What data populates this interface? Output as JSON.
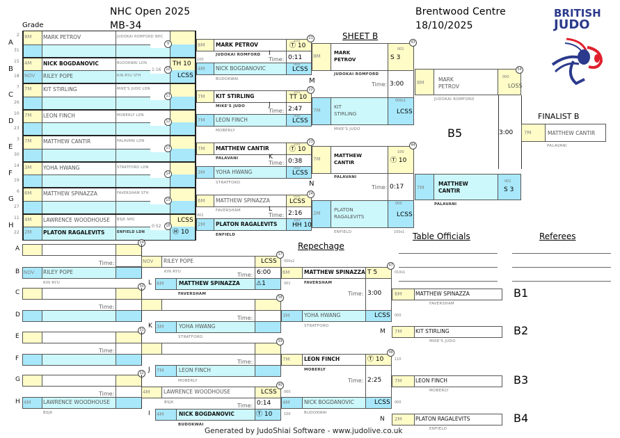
{
  "header": {
    "event": "NHC Open 2025",
    "category": "MB-34",
    "venue": "Brentwood Centre",
    "date": "18/10/2025",
    "sheet": "SHEET B",
    "grade_label": "Grade",
    "logo_line1": "BRITISH",
    "logo_line2": "JUDO",
    "colors": {
      "white_grade": "#fffcc8",
      "blue_grade": "#a8e8fa",
      "blue_name": "#ccf8fc",
      "logo_blue": "#2b3a8c",
      "logo_red": "#e0202e"
    }
  },
  "pool": [
    {
      "letter": "A",
      "n1": "2",
      "n2": "31",
      "grade": "8M",
      "name": "MARK PETROV",
      "club": "JUDOKAI ROMFORD NHC",
      "bold": false,
      "bgrade": "",
      "bname": "",
      "bclub": "",
      "match": "9",
      "score_w": "",
      "score_b": "",
      "time": ""
    },
    {
      "letter": "B",
      "n1": "15",
      "n2": "18",
      "grade": "4M",
      "name": "NICK BOGDANOVIC",
      "club": "BUDOKWAI LDN",
      "bold": true,
      "bgrade": "NOV",
      "bname": "RILEY POPE",
      "bclub": "KIN RYU STH",
      "match": "10",
      "score_w": "TH 10",
      "score_b": "LCSS",
      "time": "1:16"
    },
    {
      "letter": "C",
      "n1": "7",
      "n2": "26",
      "grade": "7M",
      "name": "KIT STIRLING",
      "club": "MIKE'S JUDO LDN",
      "bold": false,
      "bgrade": "",
      "bname": "",
      "bclub": "",
      "match": "11",
      "score_w": "",
      "score_b": "",
      "time": ""
    },
    {
      "letter": "D",
      "n1": "10",
      "n2": "23",
      "grade": "7M",
      "name": "LEON FINCH",
      "club": "MOBERLY LDN",
      "bold": false,
      "bgrade": "",
      "bname": "",
      "bclub": "",
      "match": "12",
      "score_w": "",
      "score_b": "",
      "time": ""
    },
    {
      "letter": "E",
      "n1": "3",
      "n2": "30",
      "grade": "7M",
      "name": "MATTHEW CANTIR",
      "club": "PALAVANI LDN",
      "bold": false,
      "bgrade": "",
      "bname": "",
      "bclub": "",
      "match": "13",
      "score_w": "",
      "score_b": "",
      "time": ""
    },
    {
      "letter": "F",
      "n1": "14",
      "n2": "19",
      "grade": "3M",
      "name": "YOHA HWANG",
      "club": "STRATFORD LDN",
      "bold": false,
      "bgrade": "",
      "bname": "",
      "bclub": "",
      "match": "14",
      "score_w": "",
      "score_b": "",
      "time": ""
    },
    {
      "letter": "G",
      "n1": "6",
      "n2": "27",
      "grade": "6M",
      "name": "MATTHEW SPINAZZA",
      "club": "FAVERSHAM STH",
      "bold": false,
      "bgrade": "",
      "bname": "",
      "bclub": "",
      "match": "15",
      "score_w": "",
      "score_b": "",
      "time": ""
    },
    {
      "letter": "H",
      "n1": "11",
      "n2": "22",
      "grade": "4M",
      "name": "LAWRENCE WOODHOUSE",
      "club": "BSJK NHC",
      "bold": false,
      "bgrade": "2M",
      "bname": "PLATON RAGALEVITS",
      "bclub": "ENFIELD LDN",
      "match": "16",
      "score_w": "LCSS",
      "score_b": "Ⓗ 10",
      "time": "0:52"
    }
  ],
  "round2": [
    {
      "match": "21",
      "letter": "I",
      "w_grade": "8M",
      "w_name": "MARK PETROV",
      "w_club": "JUDOKAI ROMFORD",
      "w_score": "Ⓣ 10",
      "w_code": "100",
      "b_grade": "4M",
      "b_name": "NICK BOGDANOVIC",
      "b_club": "BUDOKWAI",
      "b_score": "LCSS",
      "b_code": "000",
      "time": "0:11",
      "w_bold": true,
      "b_bold": false,
      "lcode": "100",
      "lcode2": "000"
    },
    {
      "match": "22",
      "letter": "J",
      "w_grade": "7M",
      "w_name": "KIT STIRLING",
      "w_club": "MIKE'S JUDO",
      "w_score": "TT 10",
      "w_code": "101",
      "b_grade": "7M",
      "b_name": "LEON FINCH",
      "b_club": "MOBERLY",
      "b_score": "LCSS",
      "b_code": "000",
      "time": "2:47",
      "w_bold": true,
      "b_bold": false,
      "lcode": "",
      "lcode2": ""
    },
    {
      "match": "23",
      "letter": "K",
      "w_grade": "7M",
      "w_name": "MATTHEW CANTIR",
      "w_club": "PALAVANI",
      "w_score": "Ⓣ 10",
      "w_code": "100",
      "b_grade": "3M",
      "b_name": "YOHA HWANG",
      "b_club": "STRATFORD",
      "b_score": "LCSS",
      "b_code": "000",
      "time": "0:38",
      "w_bold": true,
      "b_bold": false,
      "lcode": "",
      "lcode2": ""
    },
    {
      "match": "24",
      "letter": "L",
      "w_grade": "6M",
      "w_name": "MATTHEW SPINAZZA",
      "w_club": "FAVERSHAM",
      "w_score": "LCSS",
      "w_code": "010",
      "b_grade": "2M",
      "b_name": "PLATON RAGALEVITS",
      "b_club": "ENFIELD",
      "b_score": "HH 10",
      "b_code": "100",
      "time": "2:16",
      "w_bold": false,
      "b_bold": true,
      "lcode": "001",
      "lcode2": "100"
    }
  ],
  "semis": [
    {
      "match": "43",
      "letter": "M",
      "w_grade": "8M",
      "w_name1": "MARK",
      "w_name2": "PETROV",
      "w_club": "JUDOKAI ROMFORD",
      "w_score": "S 3",
      "w_code": "001",
      "b_grade": "7M",
      "b_name1": "KIT",
      "b_name2": "STIRLING",
      "b_club": "MIKE'S JUDO",
      "b_score": "LCSS",
      "b_code": "000s1",
      "time": "3:00"
    },
    {
      "match": "44",
      "letter": "N",
      "w_grade": "7M",
      "w_name1": "MATTHEW",
      "w_name2": "CANTIR",
      "w_club": "PALAVANI",
      "w_score": "Ⓣ 10",
      "w_code": "100",
      "b_grade": "2M",
      "b_name1": "PLATON",
      "b_name2": "RAGALEVITS",
      "b_club": "ENFIELD",
      "b_score": "LCSS",
      "b_code": "000",
      "b_code2": "100s1",
      "time": "0:17"
    }
  ],
  "final": {
    "match": "54",
    "label": "B5",
    "w_grade": "8M",
    "w_name1": "MARK",
    "w_name2": "PETROV",
    "w_club": "JUDOKAI ROMFORD",
    "w_score": "LOSS",
    "w_code": "000",
    "b_grade": "7M",
    "b_name1": "MATTHEW",
    "b_name2": "CANTIR",
    "b_club": "PALAVANI",
    "b_score": "S 3",
    "b_code": "002",
    "time": "3:00"
  },
  "finalist": {
    "label": "FINALIST B",
    "grade": "7M",
    "name": "MATTHEW CANTIR",
    "club": "PALAVANI"
  },
  "repechage": {
    "title": "Repechage",
    "time_label": "Time:",
    "left": [
      {
        "letter": "A",
        "grade": "",
        "name": "",
        "club": ""
      },
      {
        "letter": "B",
        "grade": "NOV",
        "name": "RILEY POPE",
        "club": "KIN RYU"
      },
      {
        "letter": "C",
        "grade": "",
        "name": "",
        "club": ""
      },
      {
        "letter": "D",
        "grade": "",
        "name": "",
        "club": ""
      },
      {
        "letter": "E",
        "grade": "",
        "name": "",
        "club": ""
      },
      {
        "letter": "F",
        "grade": "",
        "name": "",
        "club": ""
      },
      {
        "letter": "G",
        "grade": "",
        "name": "",
        "club": ""
      },
      {
        "letter": "H",
        "grade": "4M",
        "name": "LAWRENCE WOODHOUSE",
        "club": "BSJK"
      }
    ],
    "left_matches": [
      "29",
      "30",
      "31",
      "32"
    ],
    "mid": [
      {
        "match": "37",
        "w_grade": "NOV",
        "w_name": "RILEY POPE",
        "w_club": "KIN RYU",
        "w_score": "LCSS",
        "w_code": "000s2",
        "letter": "L",
        "b_grade": "6M",
        "b_name": "MATTHEW SPINAZZA",
        "b_club": "FAVERSHAM",
        "b_score": "⚠1",
        "b_code": "001",
        "time": "6:00"
      },
      {
        "match": "38",
        "w_grade": "",
        "w_name": "",
        "w_club": "",
        "w_score": "",
        "w_code": "",
        "letter": "K",
        "b_grade": "3M",
        "b_name": "YOHA HWANG",
        "b_club": "STRATFORD",
        "b_score": "",
        "b_code": "",
        "time": ""
      },
      {
        "match": "39",
        "w_grade": "",
        "w_name": "",
        "w_club": "",
        "w_score": "",
        "w_code": "",
        "letter": "J",
        "b_grade": "7M",
        "b_name": "LEON FINCH",
        "b_club": "MOBERLY",
        "b_score": "",
        "b_code": "",
        "time": ""
      },
      {
        "match": "40",
        "w_grade": "4M",
        "w_name": "LAWRENCE WOODHOUSE",
        "w_club": "BSJK",
        "w_score": "LCSS",
        "w_code": "000",
        "letter": "I",
        "b_grade": "4M",
        "b_name": "NICK BOGDANOVIC",
        "b_club": "BUDOKWAI",
        "b_score": "Ⓣ 10",
        "b_code": "100",
        "time": "0:14"
      }
    ],
    "bronze": [
      {
        "match": "47",
        "w_grade": "6M",
        "w_name": "MATTHEW SPINAZZA",
        "w_club": "FAVERSHAM",
        "w_score": "T 5",
        "w_code": "010s1",
        "b_grade": "3M",
        "b_name": "YOHA HWANG",
        "b_club": "STRATFORD",
        "b_score": "LCSS",
        "b_code": "000",
        "time": "3:00"
      },
      {
        "match": "48",
        "w_grade": "7M",
        "w_name": "LEON FINCH",
        "w_club": "MOBERLY",
        "w_score": "Ⓣ 10",
        "w_code": "110",
        "b_grade": "4M",
        "b_name": "NICK BOGDANOVIC",
        "b_club": "BUDOKWAI",
        "b_score": "LCSS",
        "b_code": "000",
        "time": "2:25"
      }
    ]
  },
  "results": [
    {
      "label": "B1",
      "letter": "",
      "grade": "6M",
      "name": "MATTHEW SPINAZZA",
      "club": "FAVERSHAM"
    },
    {
      "label": "B2",
      "letter": "M",
      "grade": "7M",
      "name": "KIT STIRLING",
      "club": "MIKE'S JUDO"
    },
    {
      "label": "B3",
      "letter": "",
      "grade": "7M",
      "name": "LEON FINCH",
      "club": "MOBERLY"
    },
    {
      "label": "B4",
      "letter": "N",
      "grade": "2M",
      "name": "PLATON RAGALEVITS",
      "club": "ENFIELD"
    }
  ],
  "officials": {
    "table": "Table Officials",
    "referees": "Referees"
  },
  "labels": {
    "time": "Time:"
  },
  "footer": "Generated by JudoShiai Software - www.judolive.co.uk"
}
